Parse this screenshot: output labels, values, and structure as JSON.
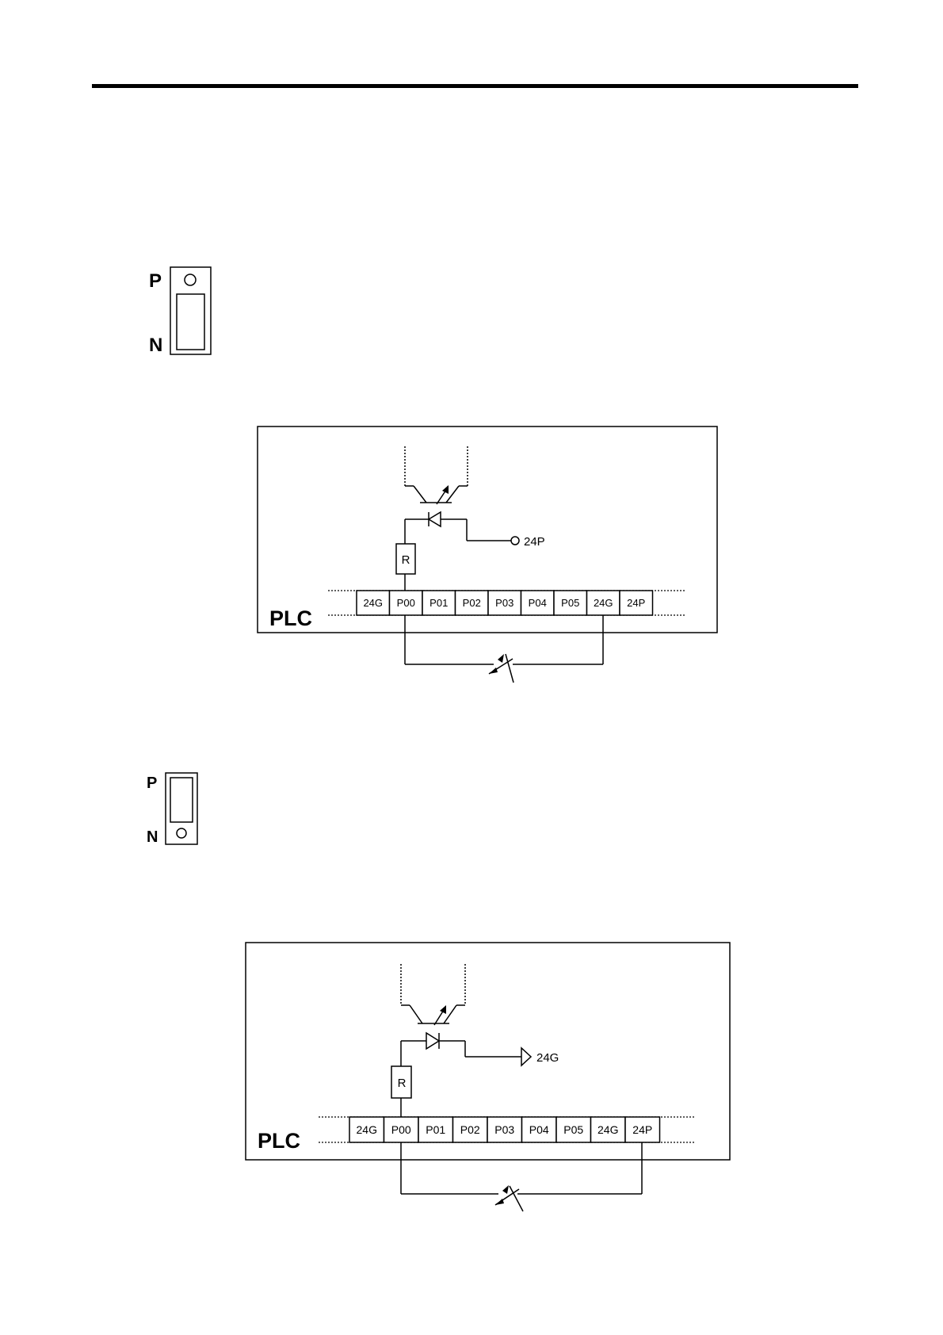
{
  "colors": {
    "ink": "#000000",
    "paper": "#ffffff"
  },
  "jumper_pn_top": {
    "label_p": "P",
    "label_n": "N"
  },
  "jumper_pn_bottom": {
    "label_p": "P",
    "label_n": "N"
  },
  "circuit_source": {
    "plc_label": "PLC",
    "resistor_label": "R",
    "supply_label": "24P",
    "terminals": [
      "24G",
      "P00",
      "P01",
      "P02",
      "P03",
      "P04",
      "P05",
      "24G",
      "24P"
    ]
  },
  "circuit_sink": {
    "plc_label": "PLC",
    "resistor_label": "R",
    "supply_label": "24G",
    "terminals": [
      "24G",
      "P00",
      "P01",
      "P02",
      "P03",
      "P04",
      "P05",
      "24G",
      "24P"
    ]
  }
}
